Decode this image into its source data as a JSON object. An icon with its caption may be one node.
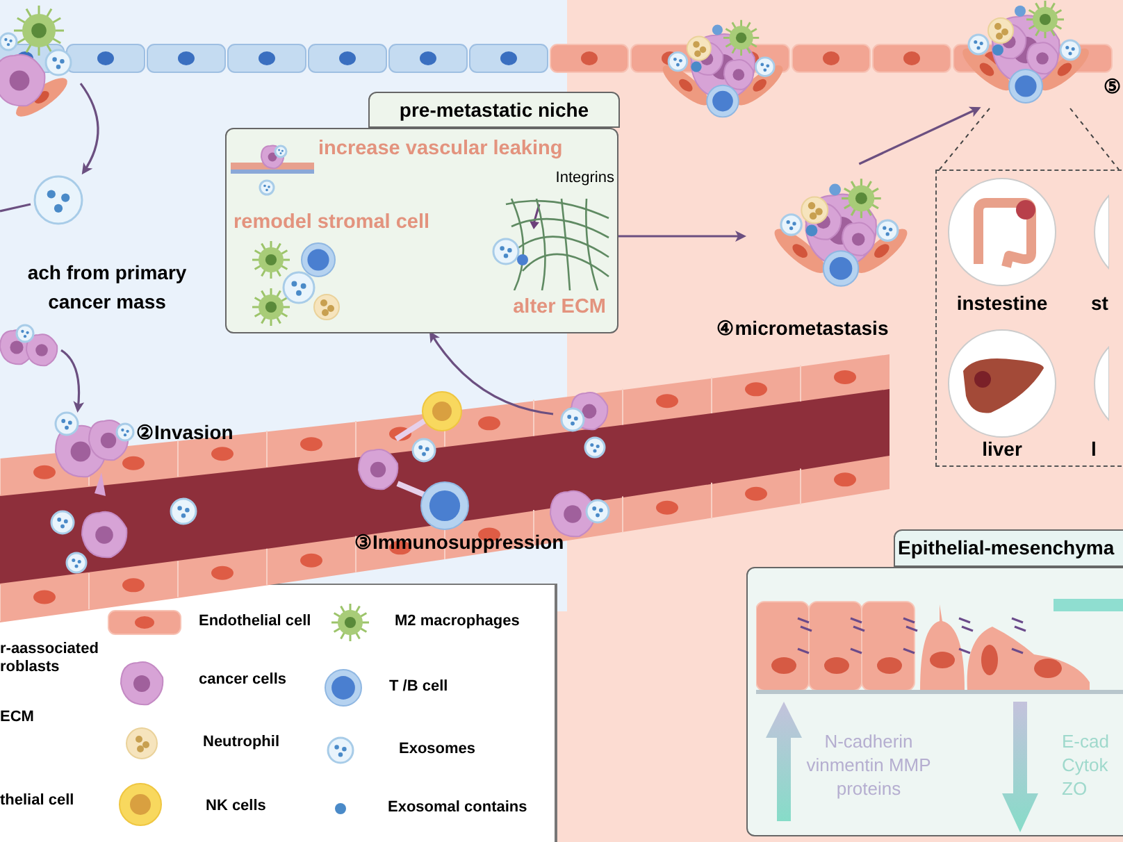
{
  "diagram": {
    "nodes": [
      {
        "text": [],
        "shape": "picture"
      },
      {
        "text": [],
        "shape": "picture"
      },
      {
        "text": [],
        "shape": "picture"
      },
      {
        "text": [],
        "shape": "picture",
        "beside": [
          "②Invasion"
        ]
      },
      {
        "text": [
          "pre-metastatic niche",
          "increase vascular leaking",
          "remodel stromal cell",
          "Integrins",
          "alter ECM"
        ]
      },
      {
        "text": [],
        "shape": "picture"
      },
      {
        "text": [],
        "shape": "picture",
        "beside": [
          "④micrometastasis"
        ]
      },
      {
        "text": [],
        "shape": "picture",
        "beside": [
          "⑤"
        ]
      },
      {
        "text": [],
        "shape": "box"
      },
      {
        "text": [
          "instestine"
        ],
        "in": 8
      },
      {
        "text": [
          "st"
        ],
        "in": 8
      },
      {
        "text": [
          "liver"
        ],
        "in": 8
      },
      {
        "text": [
          "l"
        ],
        "in": 8
      },
      {
        "text": [
          "Epithelial-mesenchyma",
          "N-cadherin vinmentin MMP proteins",
          "E-cad Cytok ZO"
        ]
      }
    ],
    "edges": [
      {
        "from": 0,
        "to": 1,
        "arrow": "to"
      },
      {
        "from": null,
        "to": 1,
        "arrow": "none"
      },
      {
        "from": 2,
        "to": 3,
        "arrow": "to"
      },
      {
        "from": 5,
        "to": 4,
        "arrow": "to"
      },
      {
        "from": 4,
        "to": 6,
        "arrow": "to"
      },
      {
        "from": 6,
        "to": 7,
        "arrow": "to"
      },
      {
        "from": 7,
        "to": 8,
        "arrow": "none",
        "style": "dashed"
      },
      {
        "from": 7,
        "to": 8,
        "arrow": "none",
        "style": "dashed"
      }
    ],
    "labels": [
      "ach from primary cancer mass",
      "③Immunosuppression"
    ],
    "legend": [
      {
        "text": "r-aassociated roblasts"
      },
      {
        "text": "ECM"
      },
      {
        "text": "thelial cell"
      },
      {
        "text": "Endothelial cell"
      },
      {
        "text": "cancer cells"
      },
      {
        "text": "Neutrophil"
      },
      {
        "text": "NK cells"
      },
      {
        "text": "M2 macrophages"
      },
      {
        "text": "T /B cell"
      },
      {
        "text": "Exosomes"
      },
      {
        "text": "Exosomal contains"
      }
    ]
  }
}
